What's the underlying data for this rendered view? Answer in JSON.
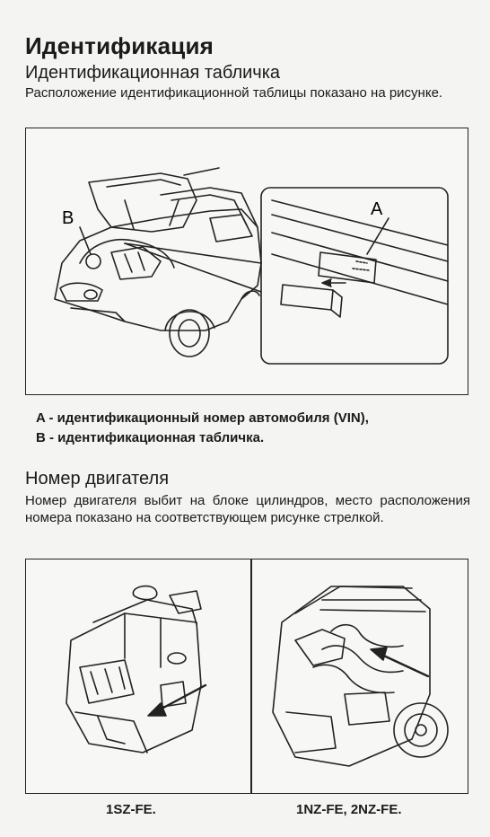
{
  "section_title": "Идентификация",
  "plate_heading": "Идентификационная табличка",
  "plate_text": "Расположение идентификационной таблицы показано на рисунке.",
  "figure1": {
    "label_a": "A",
    "label_b": "B"
  },
  "legend": {
    "a": "A - идентификационный номер автомобиля (VIN),",
    "b": "B - идентификационная табличка."
  },
  "engine_heading": "Номер двигателя",
  "engine_text": "Номер двигателя выбит на блоке цилиндров, место расположения номера показано на соответствующем рисунке стрелкой.",
  "captions": {
    "left": "1SZ-FE.",
    "right": "1NZ-FE, 2NZ-FE."
  }
}
